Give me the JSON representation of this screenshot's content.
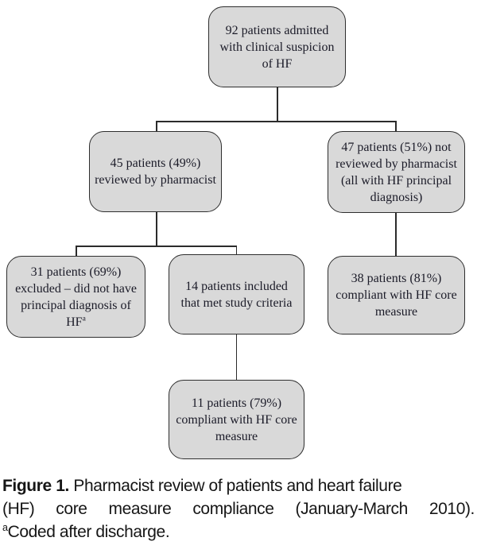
{
  "figure": {
    "colors": {
      "node_fill": "#d9d9d9",
      "node_border": "#2e2e2e",
      "connector": "#2b2b2b",
      "node_text": "#1b1b28",
      "caption_text": "#161616"
    },
    "nodes": {
      "admitted": {
        "lines": [
          "92 patients admitted",
          "with clinical suspicion",
          "of HF"
        ]
      },
      "reviewed": {
        "lines": [
          "45 patients (49%)",
          "reviewed by pharmacist"
        ]
      },
      "not_reviewed": {
        "lines": [
          "47 patients (51%) not",
          "reviewed by pharmacist",
          "(all with HF principal",
          "diagnosis)"
        ]
      },
      "excluded": {
        "lines": [
          "31 patients (69%)",
          "excluded – did not have",
          "principal diagnosis of",
          "HF"
        ],
        "sup": "a"
      },
      "included": {
        "lines": [
          "14 patients included",
          "that met study criteria"
        ]
      },
      "not_reviewed_compliant": {
        "lines": [
          "38 patients (81%)",
          "compliant with HF core",
          "measure"
        ]
      },
      "included_compliant": {
        "lines": [
          "11 patients (79%)",
          "compliant with HF core",
          "measure"
        ]
      }
    },
    "caption": {
      "label": "Figure 1.",
      "line1_rest": " Pharmacist review of patients and heart failure",
      "line2": "(HF) core measure compliance (January-March 2010).",
      "footnote_sup": "a",
      "footnote_text": "Coded after discharge."
    }
  }
}
